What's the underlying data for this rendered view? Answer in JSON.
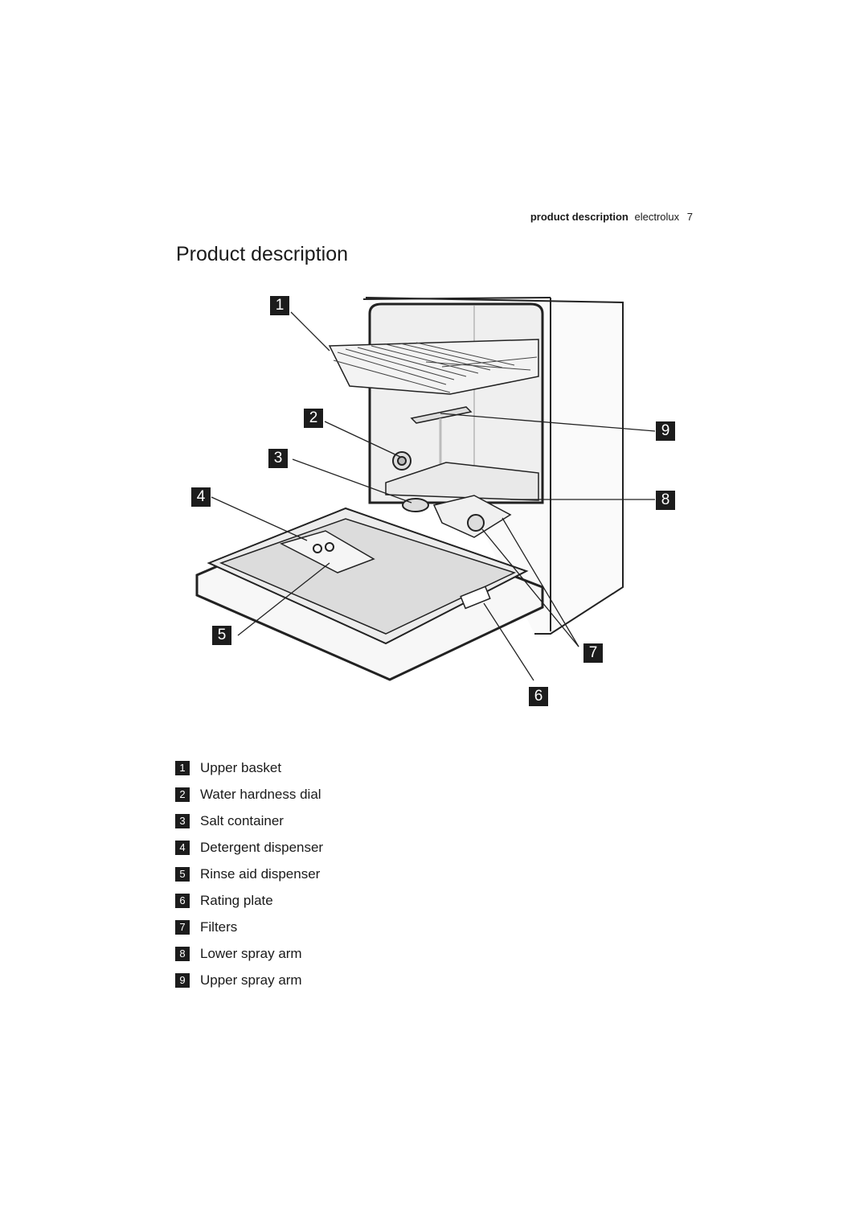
{
  "header": {
    "section": "product description",
    "brand": "electrolux",
    "page": "7"
  },
  "title": "Product description",
  "figure": {
    "callouts": [
      "1",
      "2",
      "3",
      "4",
      "5",
      "6",
      "7",
      "8",
      "9"
    ]
  },
  "legend": [
    {
      "num": "1",
      "label": "Upper basket"
    },
    {
      "num": "2",
      "label": "Water hardness dial"
    },
    {
      "num": "3",
      "label": "Salt container"
    },
    {
      "num": "4",
      "label": "Detergent dispenser"
    },
    {
      "num": "5",
      "label": "Rinse aid dispenser"
    },
    {
      "num": "6",
      "label": "Rating plate"
    },
    {
      "num": "7",
      "label": "Filters"
    },
    {
      "num": "8",
      "label": "Lower spray arm"
    },
    {
      "num": "9",
      "label": "Upper spray arm"
    }
  ]
}
